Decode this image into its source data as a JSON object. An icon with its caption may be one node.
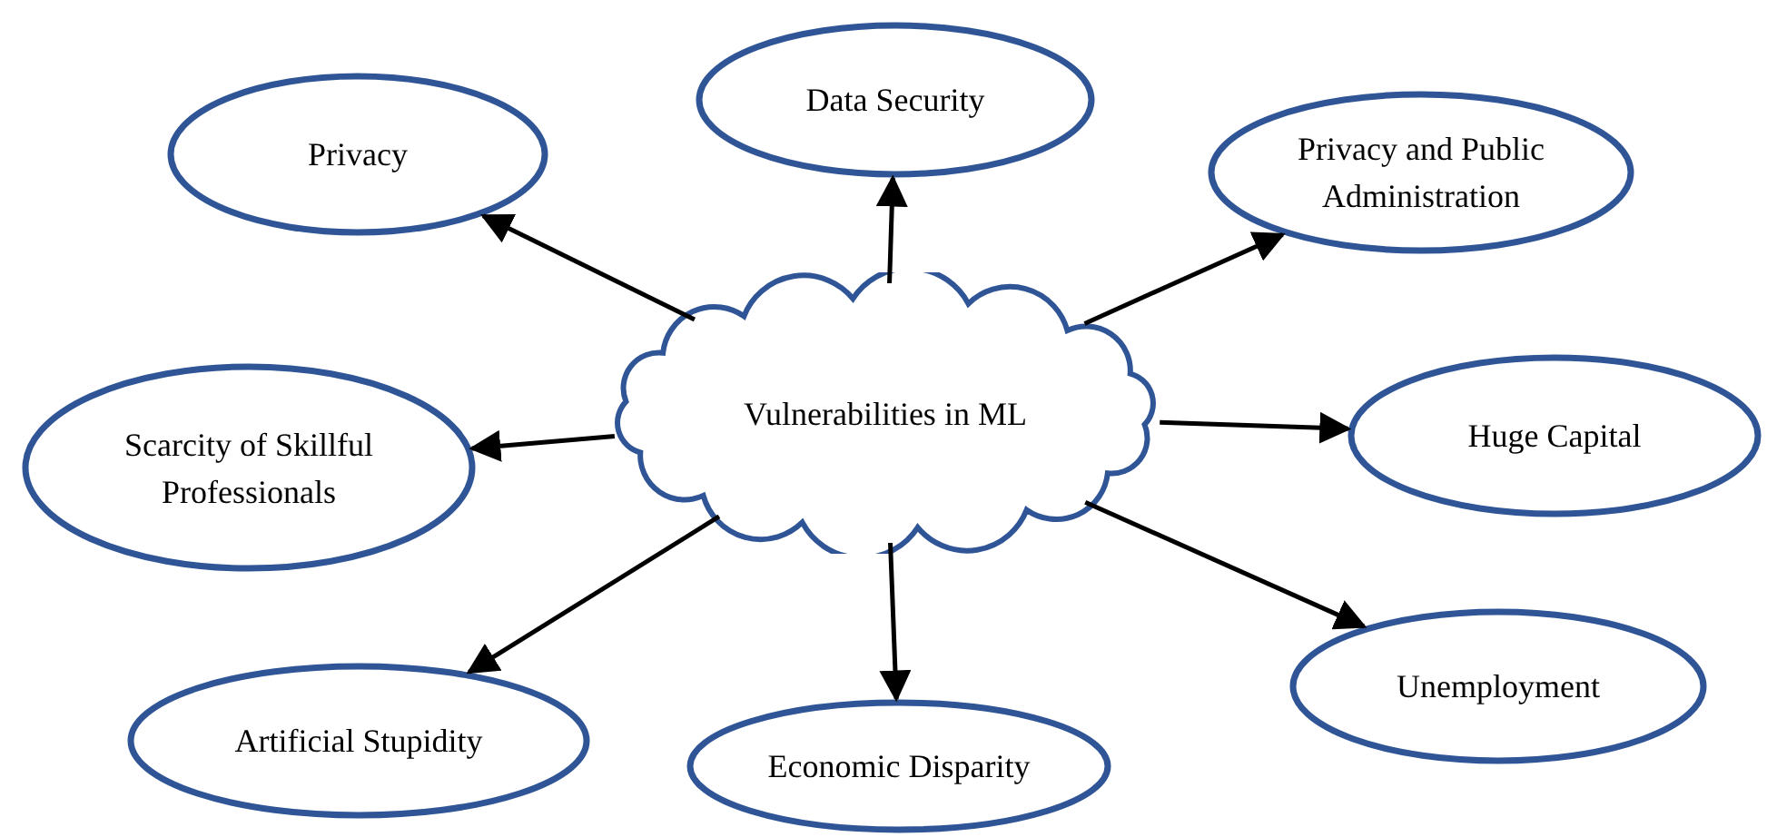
{
  "diagram": {
    "nodes": [
      {
        "text": [
          "Vulnerabilities in ML"
        ]
      },
      {
        "text": [
          "Privacy"
        ]
      },
      {
        "text": [
          "Data Security"
        ]
      },
      {
        "text": [
          "Privacy and Public Administration"
        ]
      },
      {
        "text": [
          "Scarcity of Skillful Professionals"
        ]
      },
      {
        "text": [
          "Huge Capital"
        ]
      },
      {
        "text": [
          "Artificial Stupidity"
        ]
      },
      {
        "text": [
          "Economic Disparity"
        ]
      },
      {
        "text": [
          "Unemployment"
        ]
      }
    ],
    "edges": [
      {
        "from": 0,
        "to": 1,
        "arrow": "to"
      },
      {
        "from": 0,
        "to": 2,
        "arrow": "to"
      },
      {
        "from": 0,
        "to": 3,
        "arrow": "to"
      },
      {
        "from": 0,
        "to": 4,
        "arrow": "to"
      },
      {
        "from": 0,
        "to": 5,
        "arrow": "to"
      },
      {
        "from": 0,
        "to": 6,
        "arrow": "to"
      },
      {
        "from": 0,
        "to": 7,
        "arrow": "to"
      },
      {
        "from": 0,
        "to": 8,
        "arrow": "to"
      }
    ]
  }
}
